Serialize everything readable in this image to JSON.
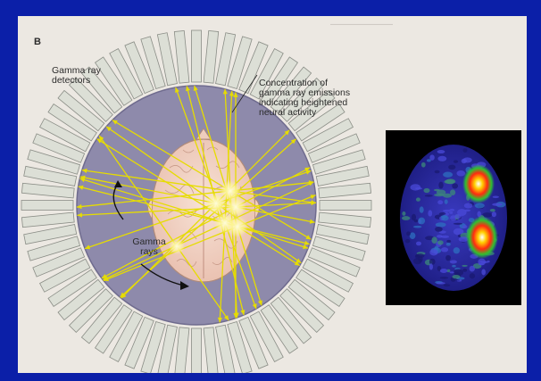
{
  "figure": {
    "panel_letter": "B",
    "detectors_label": [
      "Gamma ray",
      "detectors"
    ],
    "concentration_label": [
      "Concentration of",
      "gamma ray emissions",
      "indicating heightened",
      "neural activity"
    ],
    "gamma_rays_label": [
      "Gamma",
      "rays"
    ]
  },
  "colors": {
    "frame_blue": "#0b1fa8",
    "page": "#ece8e2",
    "detector_fill": "#dcdfd6",
    "chamber_fill": "#8c89a8",
    "head_fill": "#f3d4c6",
    "ray": "#e8e000",
    "scan_background": "#2a2aa0",
    "scan_hot": "#ff2a10"
  },
  "icons": [
    "brain-icon",
    "nose-icon",
    "ear-icon",
    "curved-arrow-icon",
    "pointer-line-icon"
  ]
}
